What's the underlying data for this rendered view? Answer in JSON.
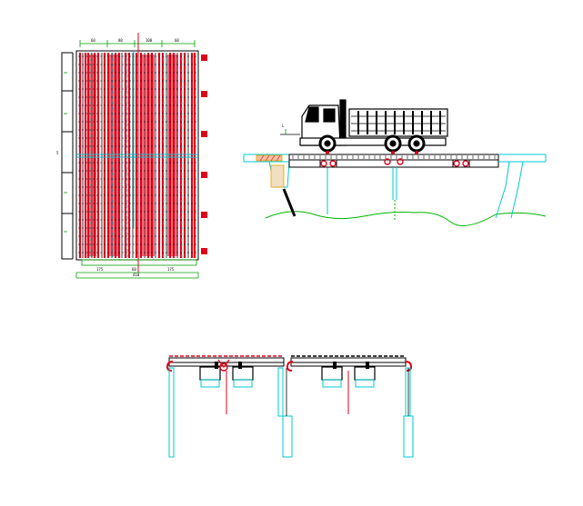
{
  "colors": {
    "background": "#ffffff",
    "linework": "#000000",
    "steel": "#e0001a",
    "structure": "#00c8d0",
    "dimension": "#00a000",
    "ground": "#00b400",
    "highlight": "#e8a000"
  },
  "plan_view": {
    "top_dimensions": [
      "60",
      "80",
      "100",
      "60"
    ],
    "bottom_dimensions": [
      "175",
      "60",
      "175"
    ],
    "total_dimension": "410",
    "side_label": "5"
  },
  "elevation_view": {
    "vehicle": "dump-truck",
    "level_mark": "L"
  },
  "section_view": {}
}
